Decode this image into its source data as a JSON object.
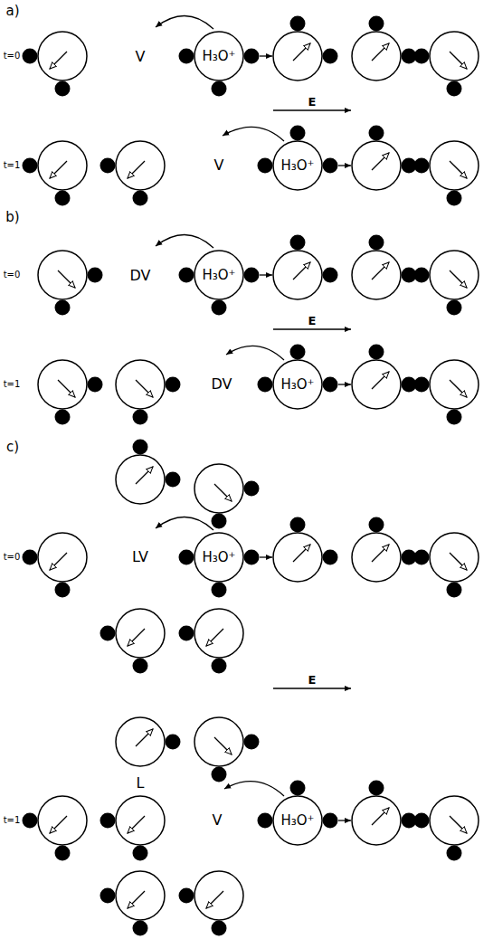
{
  "diagram": {
    "nodes": [
      {
        "text": [
          "H₃O⁺"
        ]
      },
      {
        "text": [
          "H₃O⁺"
        ]
      },
      {
        "text": [
          "H₃O⁺"
        ]
      },
      {
        "text": [
          "H₃O⁺"
        ]
      },
      {
        "text": [
          "H₃O⁺"
        ]
      },
      {
        "text": [
          "H₃O⁺"
        ]
      }
    ],
    "labels": [
      "a)",
      "t=0",
      "V",
      "E",
      "t=1",
      "V",
      "b)",
      "t=0",
      "DV",
      "E",
      "t=1",
      "DV",
      "c)",
      "t=0",
      "LV",
      "E",
      "L",
      "t=1",
      "V"
    ]
  }
}
